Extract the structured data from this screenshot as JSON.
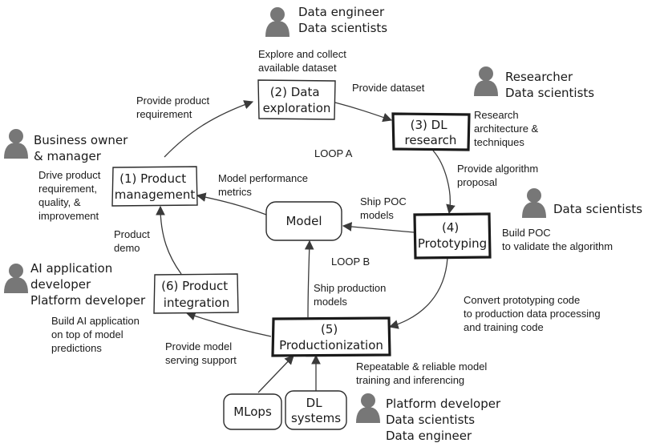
{
  "nodes": {
    "data_exploration": [
      "(2) Data",
      "exploration"
    ],
    "dl_research": [
      "(3) DL",
      "research"
    ],
    "product_management": [
      "(1) Product",
      "management"
    ],
    "model": [
      "Model"
    ],
    "prototyping": [
      "(4)",
      "Prototyping"
    ],
    "product_integration": [
      "(6) Product",
      "integration"
    ],
    "productionization": [
      "(5)",
      "Productionization"
    ],
    "mlops": [
      "MLops"
    ],
    "dl_systems": [
      "DL",
      "systems"
    ]
  },
  "roles": {
    "data_exploration": [
      "Data engineer",
      "Data scientists"
    ],
    "dl_research": [
      "Researcher",
      "Data scientists"
    ],
    "product_management": [
      "Business owner",
      "& manager"
    ],
    "prototyping": [
      "Data scientists"
    ],
    "product_integration": [
      "AI application",
      "developer",
      "Platform developer"
    ],
    "productionization": [
      "Platform developer",
      "Data scientists",
      "Data engineer"
    ]
  },
  "notes": {
    "explore": [
      "Explore and collect",
      "available dataset"
    ],
    "provide_dataset": [
      "Provide dataset"
    ],
    "research": [
      "Research",
      "architecture &",
      "techniques"
    ],
    "provide_product_req": [
      "Provide product",
      "requirement"
    ],
    "loop_a": [
      "LOOP A"
    ],
    "drive_product": [
      "Drive product",
      "requirement,",
      "quality, &",
      "improvement"
    ],
    "provide_algorithm": [
      "Provide algorithm",
      "proposal"
    ],
    "model_perf": [
      "Model performance",
      "metrics"
    ],
    "ship_poc": [
      "Ship POC",
      "models"
    ],
    "build_poc": [
      "Build POC",
      "to validate the algorithm"
    ],
    "product_demo": [
      "Product",
      "demo"
    ],
    "loop_b": [
      "LOOP B"
    ],
    "ship_production": [
      "Ship production",
      "models"
    ],
    "convert_code": [
      "Convert prototyping code",
      "to production data processing",
      "and training code"
    ],
    "build_ai_app": [
      "Build AI application",
      "on top of model",
      "predictions"
    ],
    "serving_support": [
      "Provide model",
      "serving support"
    ],
    "repeatable": [
      "Repeatable & reliable model",
      "training and inferencing"
    ]
  }
}
